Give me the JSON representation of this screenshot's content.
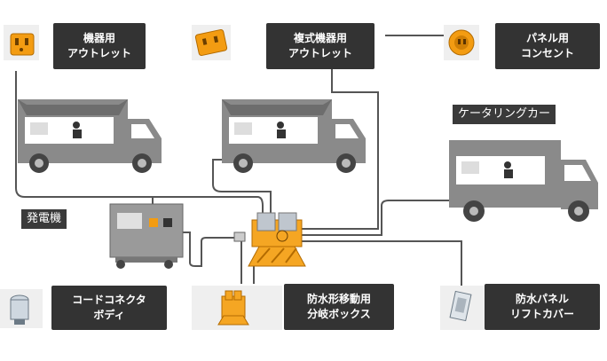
{
  "labels": {
    "appliance_outlet": "機器用\nアウトレット",
    "multi_outlet": "複式機器用\nアウトレット",
    "panel_outlet": "パネル用\nコンセント",
    "generator": "発電機",
    "catering_car": "ケータリングカー",
    "cord_connector": "コードコネクタ\nボディ",
    "waterproof_box": "防水形移動用\n分岐ボックス",
    "waterproof_cover": "防水パネル\nリフトカバー"
  },
  "colors": {
    "label_bg": "#333333",
    "line": "#555555",
    "truck_gray": "#8a8a8a",
    "accent_orange": "#f5a623",
    "icon_bg": "#efefef"
  },
  "icons": {
    "appliance_outlet": "orange-outlet-icon",
    "multi_outlet": "orange-double-outlet-icon",
    "panel_outlet": "orange-panel-outlet-icon",
    "cord_connector": "cord-connector-icon",
    "waterproof_box": "waterproof-branch-box-icon",
    "waterproof_cover": "lift-cover-icon"
  }
}
